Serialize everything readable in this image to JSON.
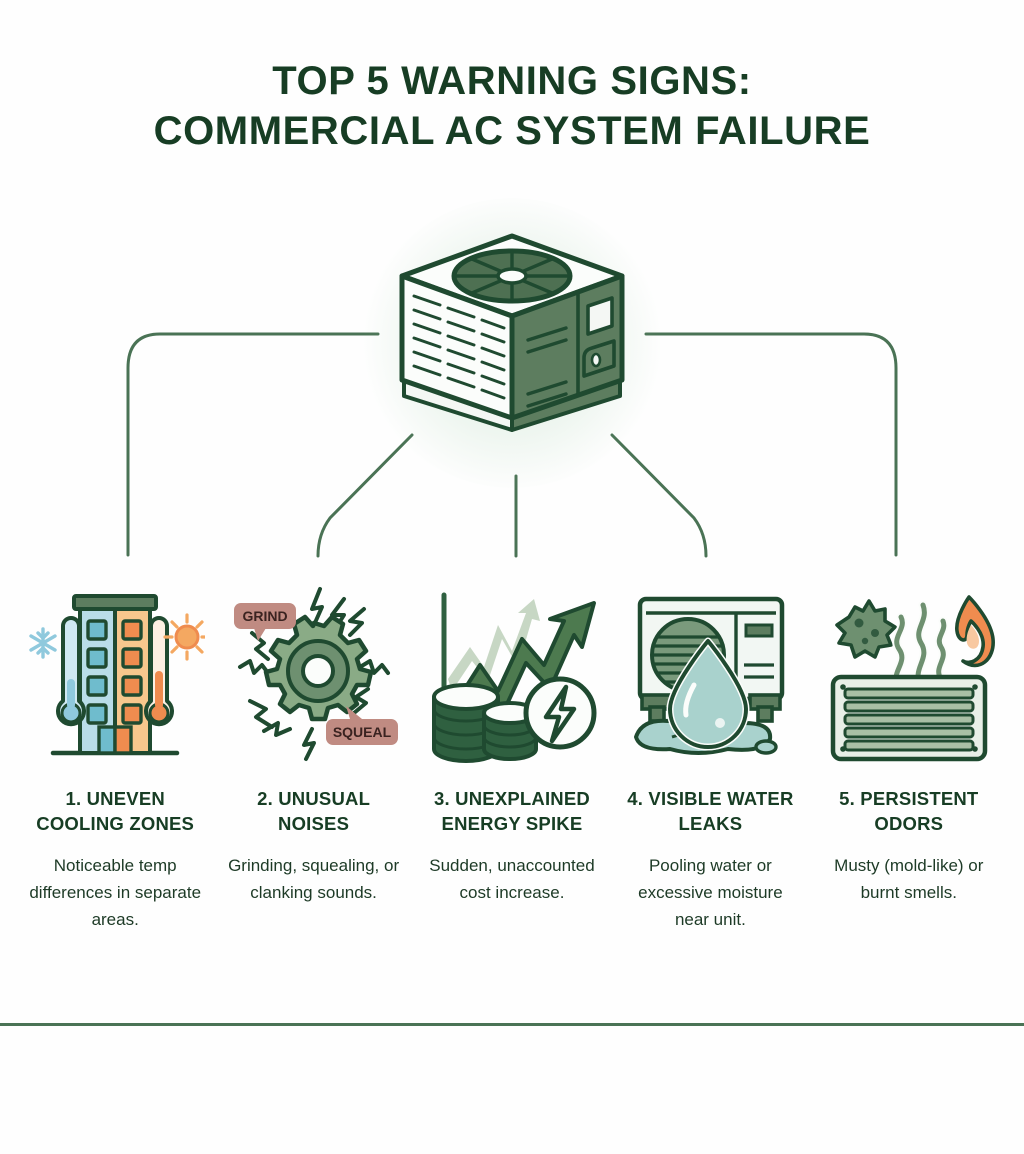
{
  "page": {
    "background_color": "#fefefe",
    "brand_dark_green": "#173d24",
    "brand_mid_green": "#4a7355",
    "accent_orange": "#ef8c4f",
    "accent_blue": "#8fc9dd",
    "accent_rose": "#c08b82"
  },
  "header": {
    "title_line_1": "TOP 5 WARNING SIGNS:",
    "title_line_2": "COMMERCIAL AC SYSTEM FAILURE"
  },
  "hero": {
    "icon_name": "commercial-ac-condenser-unit",
    "description": "Isometric rooftop AC condenser unit with top fan and side louvers"
  },
  "connectors": {
    "color": "#4a7355",
    "stroke_width": 3,
    "count": 5
  },
  "items": [
    {
      "number": "1.",
      "title": "1. UNEVEN COOLING ZONES",
      "description": "Noticeable temp differences in separate areas.",
      "icon_name": "building-hot-cold-thermometers-icon",
      "badges": []
    },
    {
      "number": "2.",
      "title": "2. UNUSUAL NOISES",
      "description": "Grinding, squealing, or clanking sounds.",
      "icon_name": "gear-noise-bursts-icon",
      "badges": [
        "GRIND",
        "SQUEAL"
      ]
    },
    {
      "number": "3.",
      "title": "3. UNEXPLAINED ENERGY SPIKE",
      "description": "Sudden, unaccounted cost increase.",
      "icon_name": "rising-cost-coins-lightning-icon",
      "badges": []
    },
    {
      "number": "4.",
      "title": "4. VISIBLE WATER LEAKS",
      "description": "Pooling water or excessive moisture near unit.",
      "icon_name": "ac-unit-water-droplet-puddle-icon",
      "badges": []
    },
    {
      "number": "5.",
      "title": "5. PERSISTENT ODORS",
      "description": "Musty (mold-like) or burnt smells.",
      "icon_name": "vent-grille-odor-mold-flame-icon",
      "badges": []
    }
  ],
  "footer": {
    "rule_color": "#4a7355"
  }
}
